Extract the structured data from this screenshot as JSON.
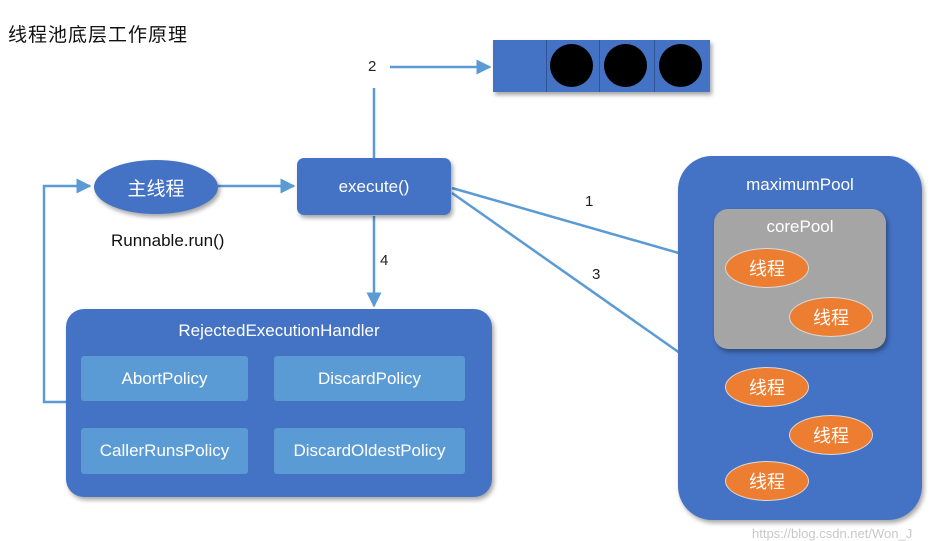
{
  "title": "线程池底层工作原理",
  "queue": {
    "slots": 4,
    "filled": 3
  },
  "main_thread": {
    "label": "主线程",
    "caption": "Runnable.run()"
  },
  "execute": {
    "label": "execute()"
  },
  "steps": {
    "one": "1",
    "two": "2",
    "three": "3",
    "four": "4"
  },
  "handler": {
    "title": "RejectedExecutionHandler",
    "policies": [
      "AbortPolicy",
      "DiscardPolicy",
      "CallerRunsPolicy",
      "DiscardOldestPolicy"
    ]
  },
  "maximum_pool": {
    "title": "maximumPool",
    "core_pool": {
      "title": "corePool",
      "threads": [
        "线程",
        "线程"
      ]
    },
    "extra_threads": [
      "线程",
      "线程",
      "线程"
    ]
  },
  "watermark": "https://blog.csdn.net/Won_J",
  "colors": {
    "box_blue": "#4472c4",
    "policy_blue": "#5b9bd5",
    "arrow": "#5b9bd5",
    "thread_orange": "#ed7d31",
    "core_gray": "#a5a5a5"
  }
}
